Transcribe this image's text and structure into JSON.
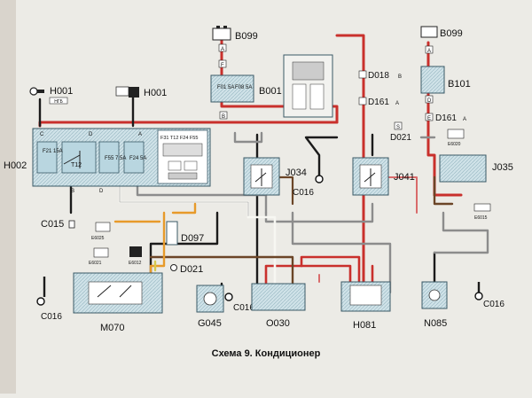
{
  "caption": "Схема 9. Кондиционер",
  "colors": {
    "paper": "#ecebe6",
    "module_fill": "#b9d6e0",
    "module_stroke": "#3a5966",
    "wire_red": "#c9302c",
    "wire_black": "#1b1b1b",
    "wire_grey": "#8c8c8c",
    "wire_brown": "#6b4527",
    "wire_orange": "#e79a2a",
    "wire_white": "#f7f7f2",
    "wire_pink": "#d96b6b",
    "wire_yellow": "#d6c84d"
  },
  "components": {
    "b099_top": "B099",
    "b001": "B001",
    "h001_left": "H001",
    "h001_left_plate": "НГБ",
    "h001_mid": "H001",
    "h002": "H002",
    "b099_right": "B099",
    "b101": "B101",
    "d018": "D018",
    "d161_mid": "D161",
    "d161_right": "D161",
    "d021_right": "D021",
    "d021_bottom": "D021",
    "j034": "J034",
    "j041": "J041",
    "j035": "J035",
    "c016_a": "C016",
    "c016_b": "C016",
    "c016_c": "C016",
    "c016_d": "C016",
    "c015": "C015",
    "d097": "D097",
    "m070": "M070",
    "g045": "G045",
    "o030": "O030",
    "h081": "H081",
    "n085": "N085",
    "e6025": "E6025",
    "e6021": "E6021",
    "e6012": "E6012",
    "e6015": "E6015",
    "e6020": "E6020"
  },
  "fuses": {
    "f21": "F21 15A",
    "f55": "F55 7.5A",
    "f24": "F24 5A",
    "f01": "F01 5A",
    "f08": "F08 5A",
    "t12": "T12",
    "panel_labels": "F31 T12 F24 F55"
  },
  "pins": {
    "a": "A",
    "b": "B",
    "c": "C",
    "d": "D",
    "e": "E",
    "f": "F",
    "s": "S"
  }
}
